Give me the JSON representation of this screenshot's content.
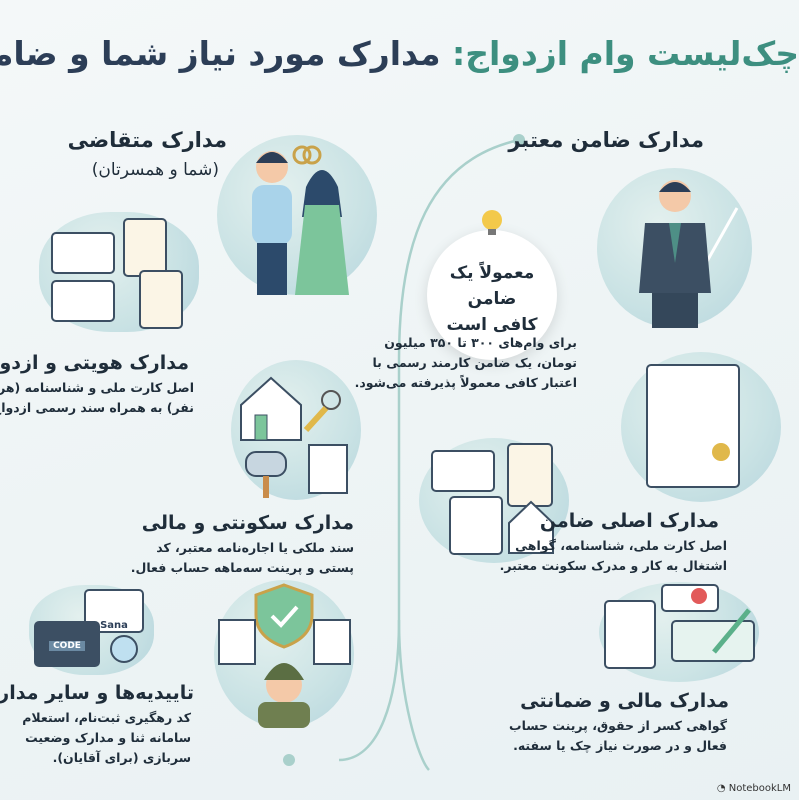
{
  "title": {
    "part1": "چک‌لیست وام ازدواج:",
    "part2": "مدارک مورد نیاز شما و ضامن"
  },
  "applicant": {
    "heading": "مدارک متقاضی",
    "subheading": "(شما و همسرتان)",
    "sections": [
      {
        "title": "مدارک هویتی و ازدواج",
        "lines": [
          "اصل کارت ملی و شناسنامه (هر دو",
          "نفر) به همراه سند رسمی ازدواج."
        ]
      },
      {
        "title": "مدارک سکونتی و مالی",
        "lines": [
          "سند ملکی یا اجاره‌نامه معتبر، کد",
          "پستی و پرینت سه‌ماهه حساب فعال."
        ]
      },
      {
        "title": "تاییدیه‌ها و سایر مدارک",
        "lines": [
          "کد رهگیری ثبت‌نام، استعلام",
          "سامانه ثنا و مدارک وضعیت",
          "سربازی (برای آقایان)."
        ]
      }
    ],
    "illustration_labels": {
      "sana": "Sana",
      "code": "CODE"
    }
  },
  "guarantor": {
    "heading": "مدارک ضامن معتبر",
    "tip": {
      "line1": "معمولاً یک ضامن",
      "line2": "کافی است"
    },
    "tip_lines": [
      "برای وام‌های ۳۰۰ تا ۳۵۰ میلیون",
      "تومان، یک ضامن کارمند رسمی با",
      "اعتبار کافی معمولاً پذیرفته می‌شود."
    ],
    "sections": [
      {
        "title": "مدارک اصلی ضامن",
        "lines": [
          "اصل کارت ملی، شناسنامه، گواهی",
          "اشتغال به کار و مدرک سکونت معتبر."
        ]
      },
      {
        "title": "مدارک مالی و ضمانتی",
        "lines": [
          "گواهی کسر از حقوق، پرینت حساب",
          "فعال و در صورت نیاز چک یا سفته."
        ]
      }
    ]
  },
  "brand": "NotebookLM",
  "colors": {
    "accent_green": "#3d8f80",
    "navy": "#2c3e57",
    "teal_line": "#9cc9c4"
  }
}
